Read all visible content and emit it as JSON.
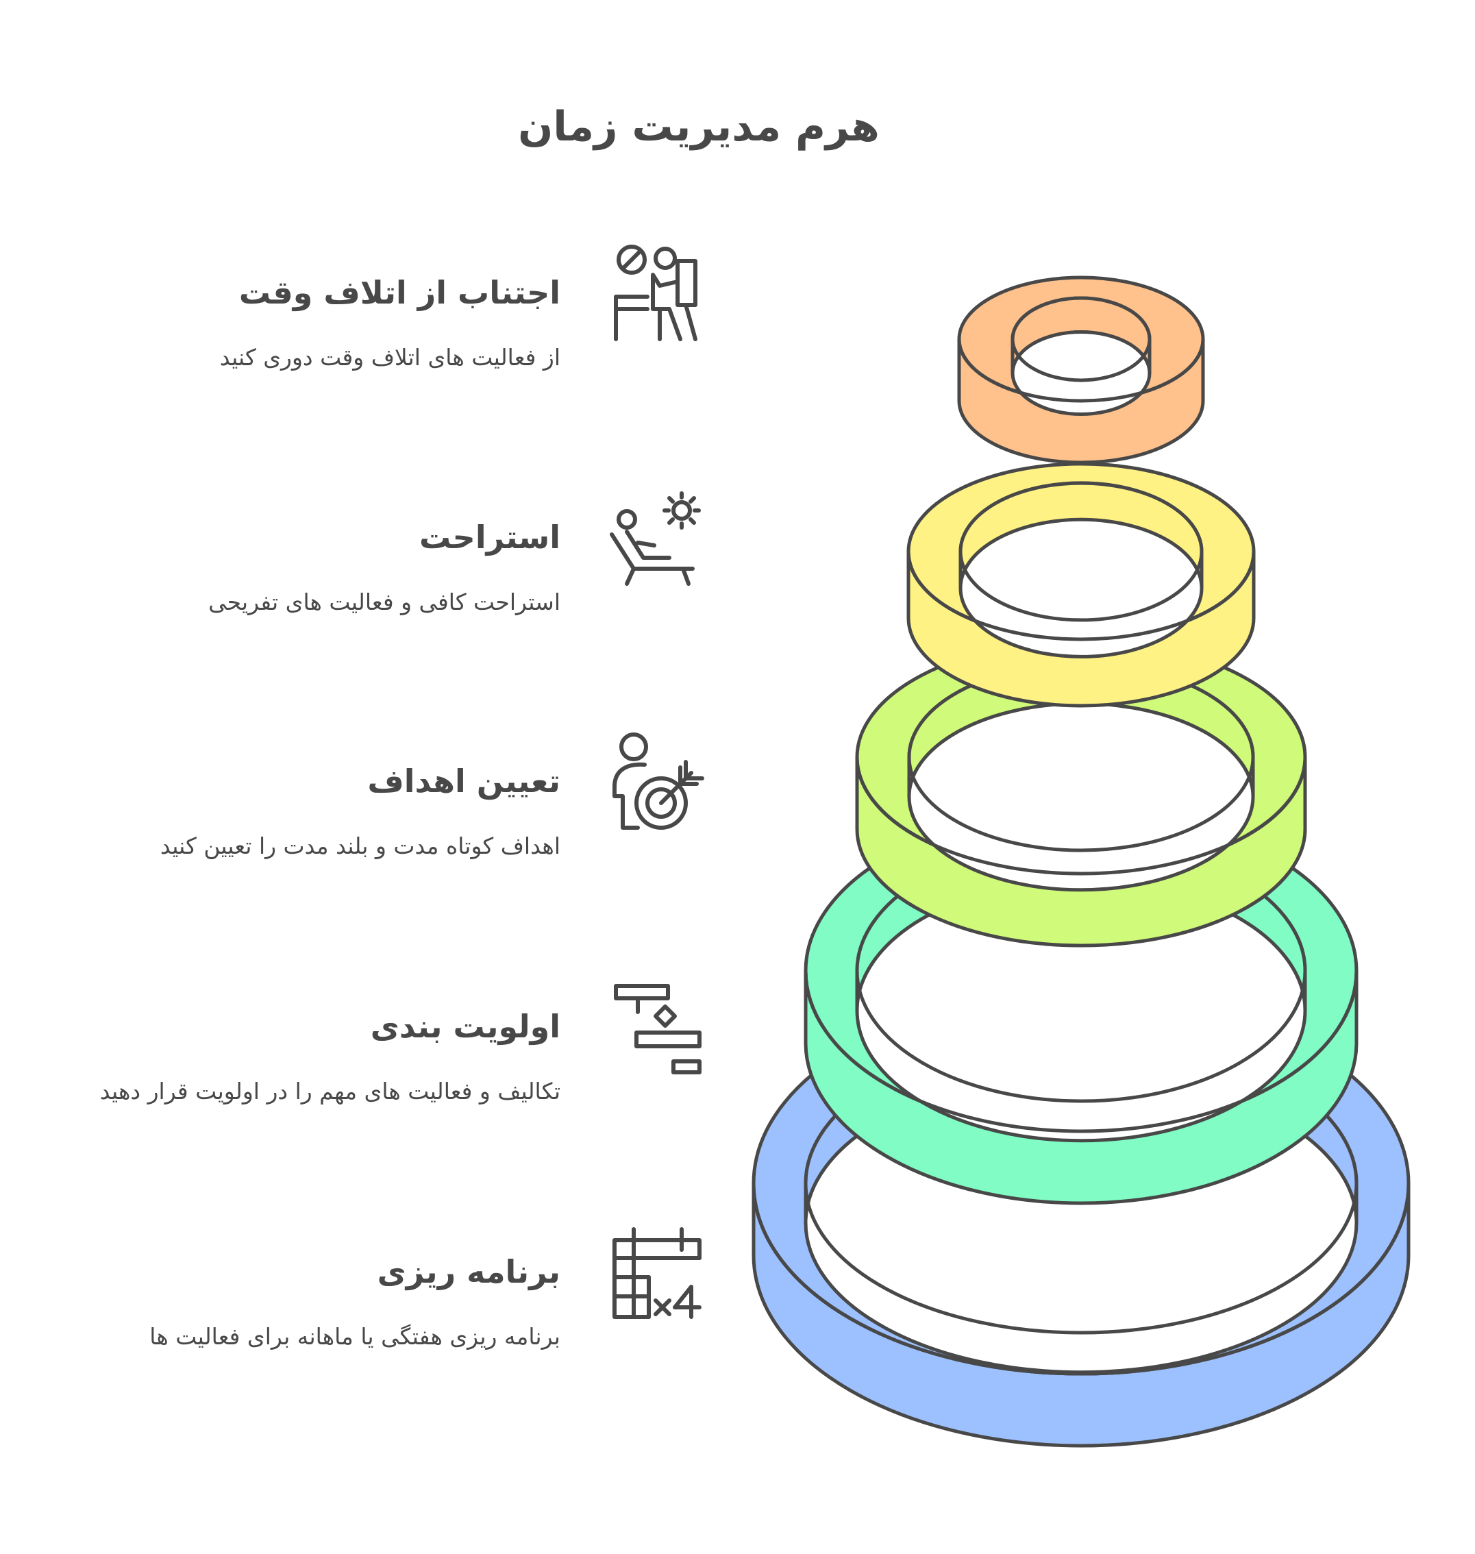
{
  "title": "هرم مدیریت زمان",
  "items": [
    {
      "title": "اجتناب از اتلاف وقت",
      "description": "از فعالیت های اتلاف وقت دوری کنید",
      "icon": "no-distraction-person-icon",
      "color": "#FFC28C"
    },
    {
      "title": "استراحت",
      "description": "استراحت کافی و فعالیت های تفریحی",
      "icon": "relaxing-person-sun-icon",
      "color": "#FFF285"
    },
    {
      "title": "تعیین اهداف",
      "description": "اهداف کوتاه مدت و بلند مدت را تعیین کنید",
      "icon": "person-target-icon",
      "color": "#D0FA7A"
    },
    {
      "title": "اولویت بندی",
      "description": "تکالیف و فعالیت های مهم را در اولویت قرار دهید",
      "icon": "priority-blocks-icon",
      "color": "#80FCC4"
    },
    {
      "title": "برنامه ریزی",
      "description": "برنامه ریزی هفتگی یا ماهانه برای فعالیت ها",
      "icon": "calendar-x4-icon",
      "color": "#9DC1FF"
    }
  ],
  "stroke_color": "#484848"
}
